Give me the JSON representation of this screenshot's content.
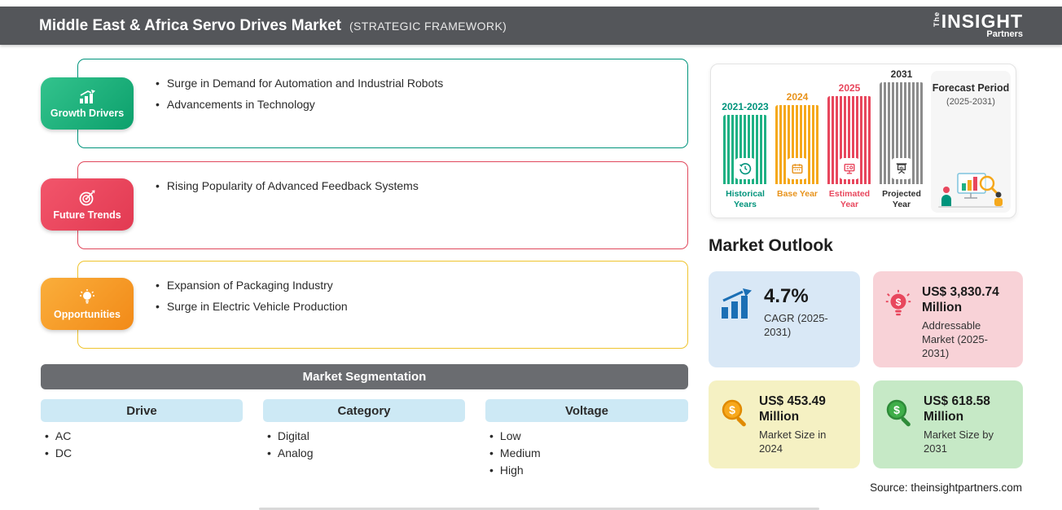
{
  "header": {
    "title": "Middle East & Africa Servo Drives Market",
    "subtitle": "(STRATEGIC FRAMEWORK)",
    "logo": {
      "the": "The",
      "insight": "INSIGHT",
      "partners": "Partners"
    }
  },
  "drivers": {
    "label": "Growth Drivers",
    "icon": "bar-chart-growth",
    "color": "#0CA06C",
    "items": [
      "Surge in Demand for Automation and Industrial Robots",
      "Advancements in Technology"
    ]
  },
  "trends": {
    "label": "Future Trends",
    "icon": "target",
    "color": "#E8475D",
    "items": [
      "Rising Popularity of Advanced Feedback Systems"
    ]
  },
  "opportunities": {
    "label": "Opportunities",
    "icon": "lightbulb",
    "color": "#F7941E",
    "items": [
      "Expansion of Packaging Industry",
      "Surge in Electric Vehicle Production"
    ]
  },
  "segmentation": {
    "title": "Market Segmentation",
    "columns": [
      {
        "label": "Drive",
        "items": [
          "AC",
          "DC"
        ]
      },
      {
        "label": "Category",
        "items": [
          "Digital",
          "Analog"
        ]
      },
      {
        "label": "Voltage",
        "items": [
          "Low",
          "Medium",
          "High"
        ]
      }
    ]
  },
  "timeline": {
    "bars": [
      {
        "year": "2021-2023",
        "label": "Historical Years",
        "color": "#1FB184",
        "icon": "history"
      },
      {
        "year": "2024",
        "label": "Base Year",
        "color": "#F5A81C",
        "icon": "calendar"
      },
      {
        "year": "2025",
        "label": "Estimated Year",
        "color": "#E8475D",
        "icon": "monitor"
      },
      {
        "year": "2031",
        "label": "Projected Year",
        "color": "#8C8C8C",
        "icon": "projector-screen"
      }
    ],
    "forecast_period": {
      "line1": "Forecast Period",
      "line2": "(2025-2031)"
    }
  },
  "outlook": {
    "title": "Market Outlook",
    "cards": [
      {
        "value": "4.7%",
        "label": "CAGR (2025-2031)",
        "bg": "#D9E8F6",
        "icon": "growth-chart"
      },
      {
        "value": "US$ 3,830.74 Million",
        "label": "Addressable Market (2025-2031)",
        "bg": "#F8D2D7",
        "icon": "bulb-dollar"
      },
      {
        "value": "US$ 453.49 Million",
        "label": "Market Size in 2024",
        "bg": "#F5F1C3",
        "icon": "magnifier-dollar"
      },
      {
        "value": "US$ 618.58 Million",
        "label": "Market Size by 2031",
        "bg": "#C6E9C6",
        "icon": "magnifier-dollar"
      }
    ]
  },
  "source": "Source: theinsightpartners.com"
}
